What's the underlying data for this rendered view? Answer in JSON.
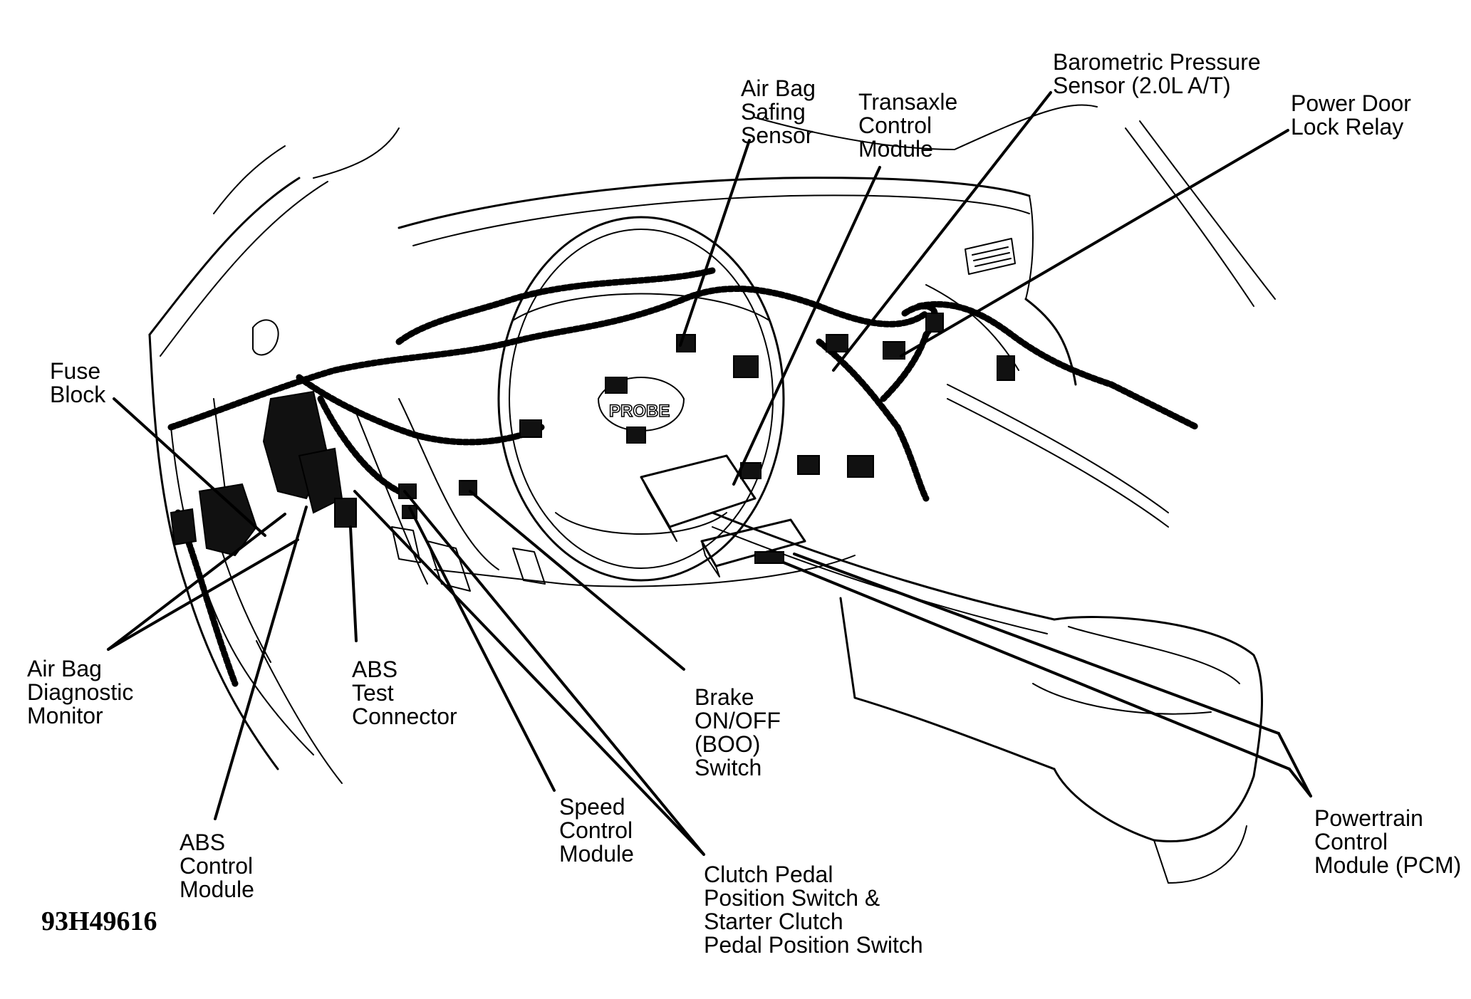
{
  "figure_id": "93H49616",
  "labels": {
    "fuse_block": [
      "Fuse",
      "Block"
    ],
    "air_bag_diagnostic_monitor": [
      "Air Bag",
      "Diagnostic",
      "Monitor"
    ],
    "abs_control_module": [
      "ABS",
      "Control",
      "Module"
    ],
    "abs_test_connector": [
      "ABS",
      "Test",
      "Connector"
    ],
    "speed_control_module": [
      "Speed",
      "Control",
      "Module"
    ],
    "clutch_pedal_switch": [
      "Clutch Pedal",
      "Position Switch &",
      "Starter Clutch",
      "Pedal Position Switch"
    ],
    "brake_boo_switch": [
      "Brake",
      "ON/OFF",
      "(BOO)",
      "Switch"
    ],
    "air_bag_safing_sensor": [
      "Air Bag",
      "Safing",
      "Sensor"
    ],
    "transaxle_control_module": [
      "Transaxle",
      "Control",
      "Module"
    ],
    "barometric_pressure_sensor": [
      "Barometric Pressure",
      "Sensor (2.0L A/T)"
    ],
    "power_door_lock_relay": [
      "Power Door",
      "Lock Relay"
    ],
    "powertrain_control_module": [
      "Powertrain",
      "Control",
      "Module (PCM)"
    ]
  }
}
